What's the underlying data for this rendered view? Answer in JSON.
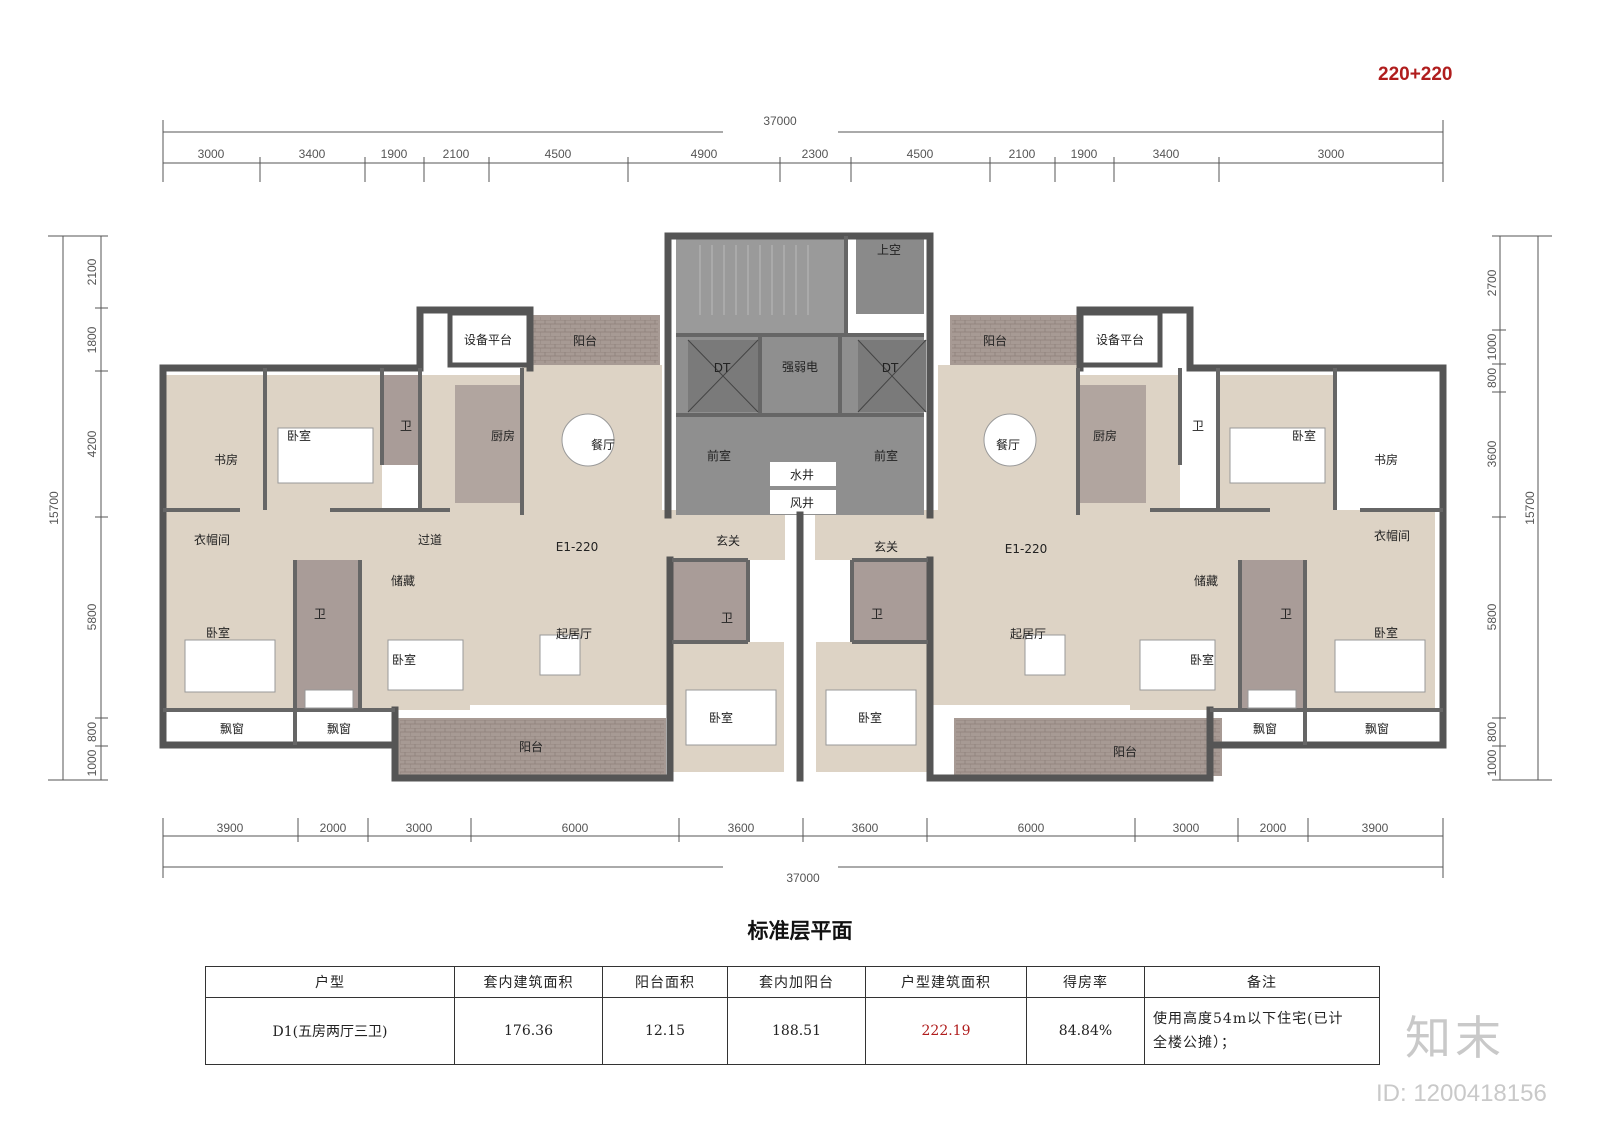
{
  "badge": "220+220",
  "plan_title": "标准层平面",
  "dims_top_total": "37000",
  "dims_top": [
    "3000",
    "3400",
    "1900",
    "2100",
    "4500",
    "4900",
    "2300",
    "4500",
    "2100",
    "1900",
    "3400",
    "3000"
  ],
  "dims_bottom": [
    "3900",
    "2000",
    "3000",
    "6000",
    "3600",
    "3600",
    "6000",
    "3000",
    "2000",
    "3900"
  ],
  "dims_bottom_total": "37000",
  "dims_left": [
    "2100",
    "1800",
    "4200",
    "5800",
    "800",
    "1000"
  ],
  "dims_left_total": "15700",
  "dims_right": [
    "2700",
    "1000",
    "800",
    "3600",
    "5800",
    "800",
    "1000"
  ],
  "dims_right_total": "15700",
  "rooms": {
    "stair_void": "上空",
    "elevator": "DT",
    "weak_elec": "强弱电",
    "lobby": "前室",
    "water_shaft": "水井",
    "air_shaft": "风井",
    "balcony": "阳台",
    "equipment": "设备平台",
    "study": "书房",
    "bedroom": "卧室",
    "bath": "卫",
    "kitchen": "厨房",
    "dining": "餐厅",
    "corridor": "过道",
    "cloak": "衣帽间",
    "storage": "储藏",
    "living": "起居厅",
    "entry": "玄关",
    "bay_window": "飘窗",
    "unit_code": "E1-220"
  },
  "table": {
    "headers": [
      "户型",
      "套内建筑面积",
      "阳台面积",
      "套内加阳台",
      "户型建筑面积",
      "得房率",
      "备注"
    ],
    "row": [
      "D1(五房两厅三卫)",
      "176.36",
      "12.15",
      "188.51",
      "222.19",
      "84.84%"
    ],
    "note_line1": "使用高度54m以下住宅(已计",
    "note_line2": "全楼公摊）；"
  },
  "watermark_brand": "知末",
  "watermark_id": "ID: 1200418156",
  "colors": {
    "accent_red": "#b01d1d",
    "room_fill": "#ddd3c5",
    "wet_fill": "#a99c98",
    "core_fill": "#9a9a9a",
    "wall": "#555555"
  }
}
